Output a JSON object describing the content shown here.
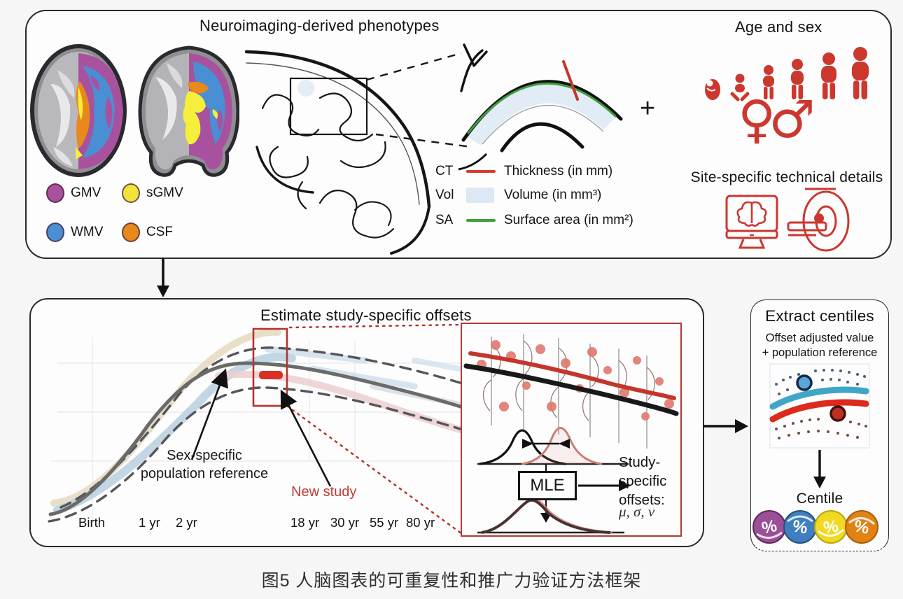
{
  "colors": {
    "accent_red": "#cc372e",
    "box_red": "#b4352c",
    "new_study_red": "#d93025",
    "gmv": "#a8519e",
    "sgmv": "#f2e33c",
    "wmv": "#4a8fd3",
    "csf": "#e8891c",
    "ct_line": "#d63c32",
    "vol_area": "#dce9f4",
    "sa_line": "#3f9e3f",
    "centile_blue_band": "#3fa6c8",
    "centile_red_band": "#dd2a1b"
  },
  "top_panel": {
    "title": "Neuroimaging-derived phenotypes",
    "legend": [
      {
        "label": "GMV",
        "color": "#a8519e"
      },
      {
        "label": "sGMV",
        "color": "#f2e33c"
      },
      {
        "label": "WMV",
        "color": "#4a8fd3"
      },
      {
        "label": "CSF",
        "color": "#e8891c"
      }
    ],
    "metric_legend": [
      {
        "abbr": "CT",
        "label": "Thickness (in mm)",
        "swatch": "line",
        "color": "#d63c32"
      },
      {
        "abbr": "Vol",
        "label": "Volume (in mm³)",
        "swatch": "area",
        "color": "#dce9f4"
      },
      {
        "abbr": "SA",
        "label": "Surface area (in mm²)",
        "swatch": "line",
        "color": "#3f9e3f"
      }
    ],
    "plus_sign": "+",
    "age_sex": {
      "title": "Age and sex",
      "female_symbol": "♀",
      "male_symbol": "♂"
    },
    "site": {
      "title": "Site-specific technical details"
    }
  },
  "bottom_panel": {
    "title": "Estimate study-specific offsets",
    "x_ticks": [
      "Birth",
      "1 yr",
      "2 yr",
      "18 yr",
      "30 yr",
      "55 yr",
      "80 yr"
    ],
    "pop_ref_line1": "Sex-specific",
    "pop_ref_line2": "population reference",
    "new_study_label": "New study",
    "inset": {
      "mle_label": "MLE",
      "offsets_line1": "Study-",
      "offsets_line2": "specific",
      "offsets_line3": "offsets:",
      "params": "μ, σ, ν"
    }
  },
  "extract_panel": {
    "title": "Extract centiles",
    "subtitle_line1": "Offset adjusted value",
    "subtitle_line2": "+ population reference",
    "centile_label": "Centile",
    "percent": "%",
    "icons": [
      {
        "name": "gmv-centile",
        "color": "#9b4f96"
      },
      {
        "name": "wmv-centile",
        "color": "#3f7fbf"
      },
      {
        "name": "sgmv-centile",
        "color": "#f0d920"
      },
      {
        "name": "csf-centile",
        "color": "#e08214"
      }
    ]
  },
  "caption": "图5 人脑图表的可重复性和推广力验证方法框架"
}
